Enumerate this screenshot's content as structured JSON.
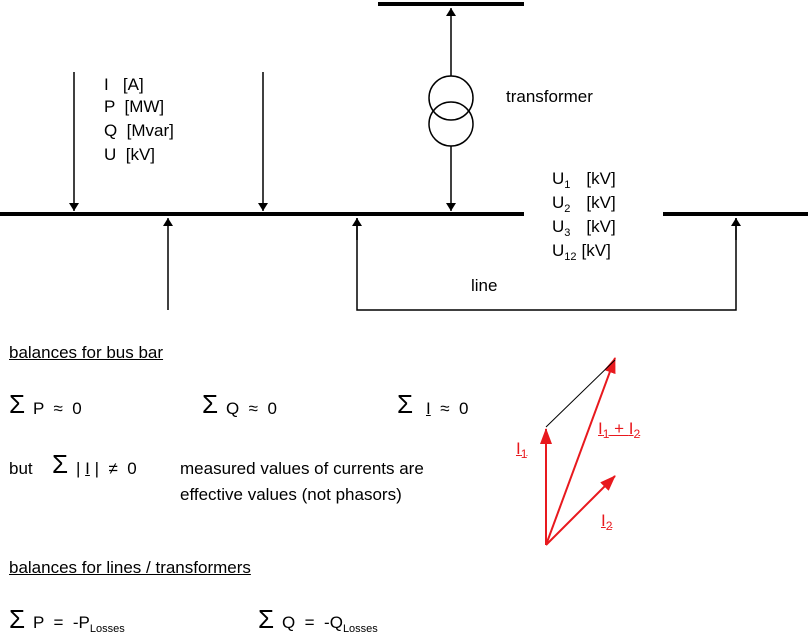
{
  "quantities": [
    "I   [A]",
    "P  [MW]",
    "Q  [Mvar]",
    "U  [kV]"
  ],
  "transformer_label": "transformer",
  "voltages": [
    {
      "sym": "U",
      "sub": "1",
      "unit": "[kV]"
    },
    {
      "sym": "U",
      "sub": "2",
      "unit": "[kV]"
    },
    {
      "sym": "U",
      "sub": "3",
      "unit": "[kV]"
    },
    {
      "sym": "U",
      "sub": "12",
      "unit": "[kV]"
    }
  ],
  "line_label": "line",
  "busbar_heading": "balances for bus bar",
  "sum_symbol": "Σ",
  "eq_p": "P  ≈  0",
  "eq_q": "Q  ≈  0",
  "eq_i_var": "I",
  "eq_i_rest": "≈  0",
  "but_label": "but",
  "abs_i_pre": "| ",
  "abs_i_var": "I",
  "abs_i_post": " |  ≠  0",
  "note_line1": "measured values of currents are",
  "note_line2": "effective values (not phasors)",
  "lines_heading": "balances for lines / transformers",
  "eq_p_loss_pre": "P  =  -P",
  "eq_p_loss_sub": "Losses",
  "eq_q_loss_pre": "Q  =  -Q",
  "eq_q_loss_sub": "Losses",
  "phasor": {
    "i1_sym": "I",
    "i1_sub": "1",
    "i2_sym": "I",
    "i2_sub": "2",
    "sum_a_sym": "I",
    "sum_a_sub": "1",
    "plus": " + ",
    "sum_b_sym": "I",
    "sum_b_sub": "2",
    "color": "#e8191e"
  }
}
